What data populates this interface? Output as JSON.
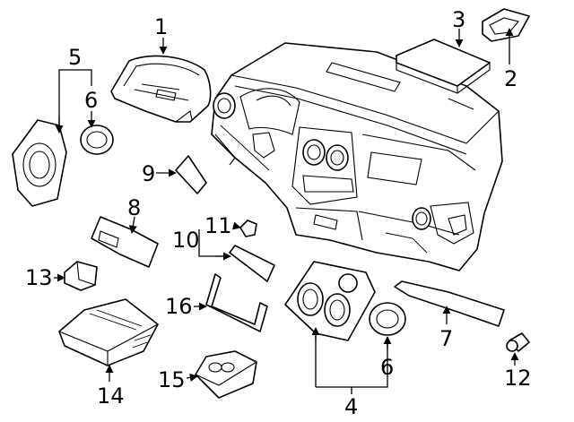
{
  "callouts": [
    {
      "id": "1",
      "text": "1"
    },
    {
      "id": "2",
      "text": "2"
    },
    {
      "id": "3",
      "text": "3"
    },
    {
      "id": "4",
      "text": "4"
    },
    {
      "id": "5",
      "text": "5"
    },
    {
      "id": "6a",
      "text": "6"
    },
    {
      "id": "6b",
      "text": "6"
    },
    {
      "id": "7",
      "text": "7"
    },
    {
      "id": "8",
      "text": "8"
    },
    {
      "id": "9",
      "text": "9"
    },
    {
      "id": "10",
      "text": "10"
    },
    {
      "id": "11",
      "text": "11"
    },
    {
      "id": "12",
      "text": "12"
    },
    {
      "id": "13",
      "text": "13"
    },
    {
      "id": "14",
      "text": "14"
    },
    {
      "id": "15",
      "text": "15"
    },
    {
      "id": "16",
      "text": "16"
    }
  ]
}
